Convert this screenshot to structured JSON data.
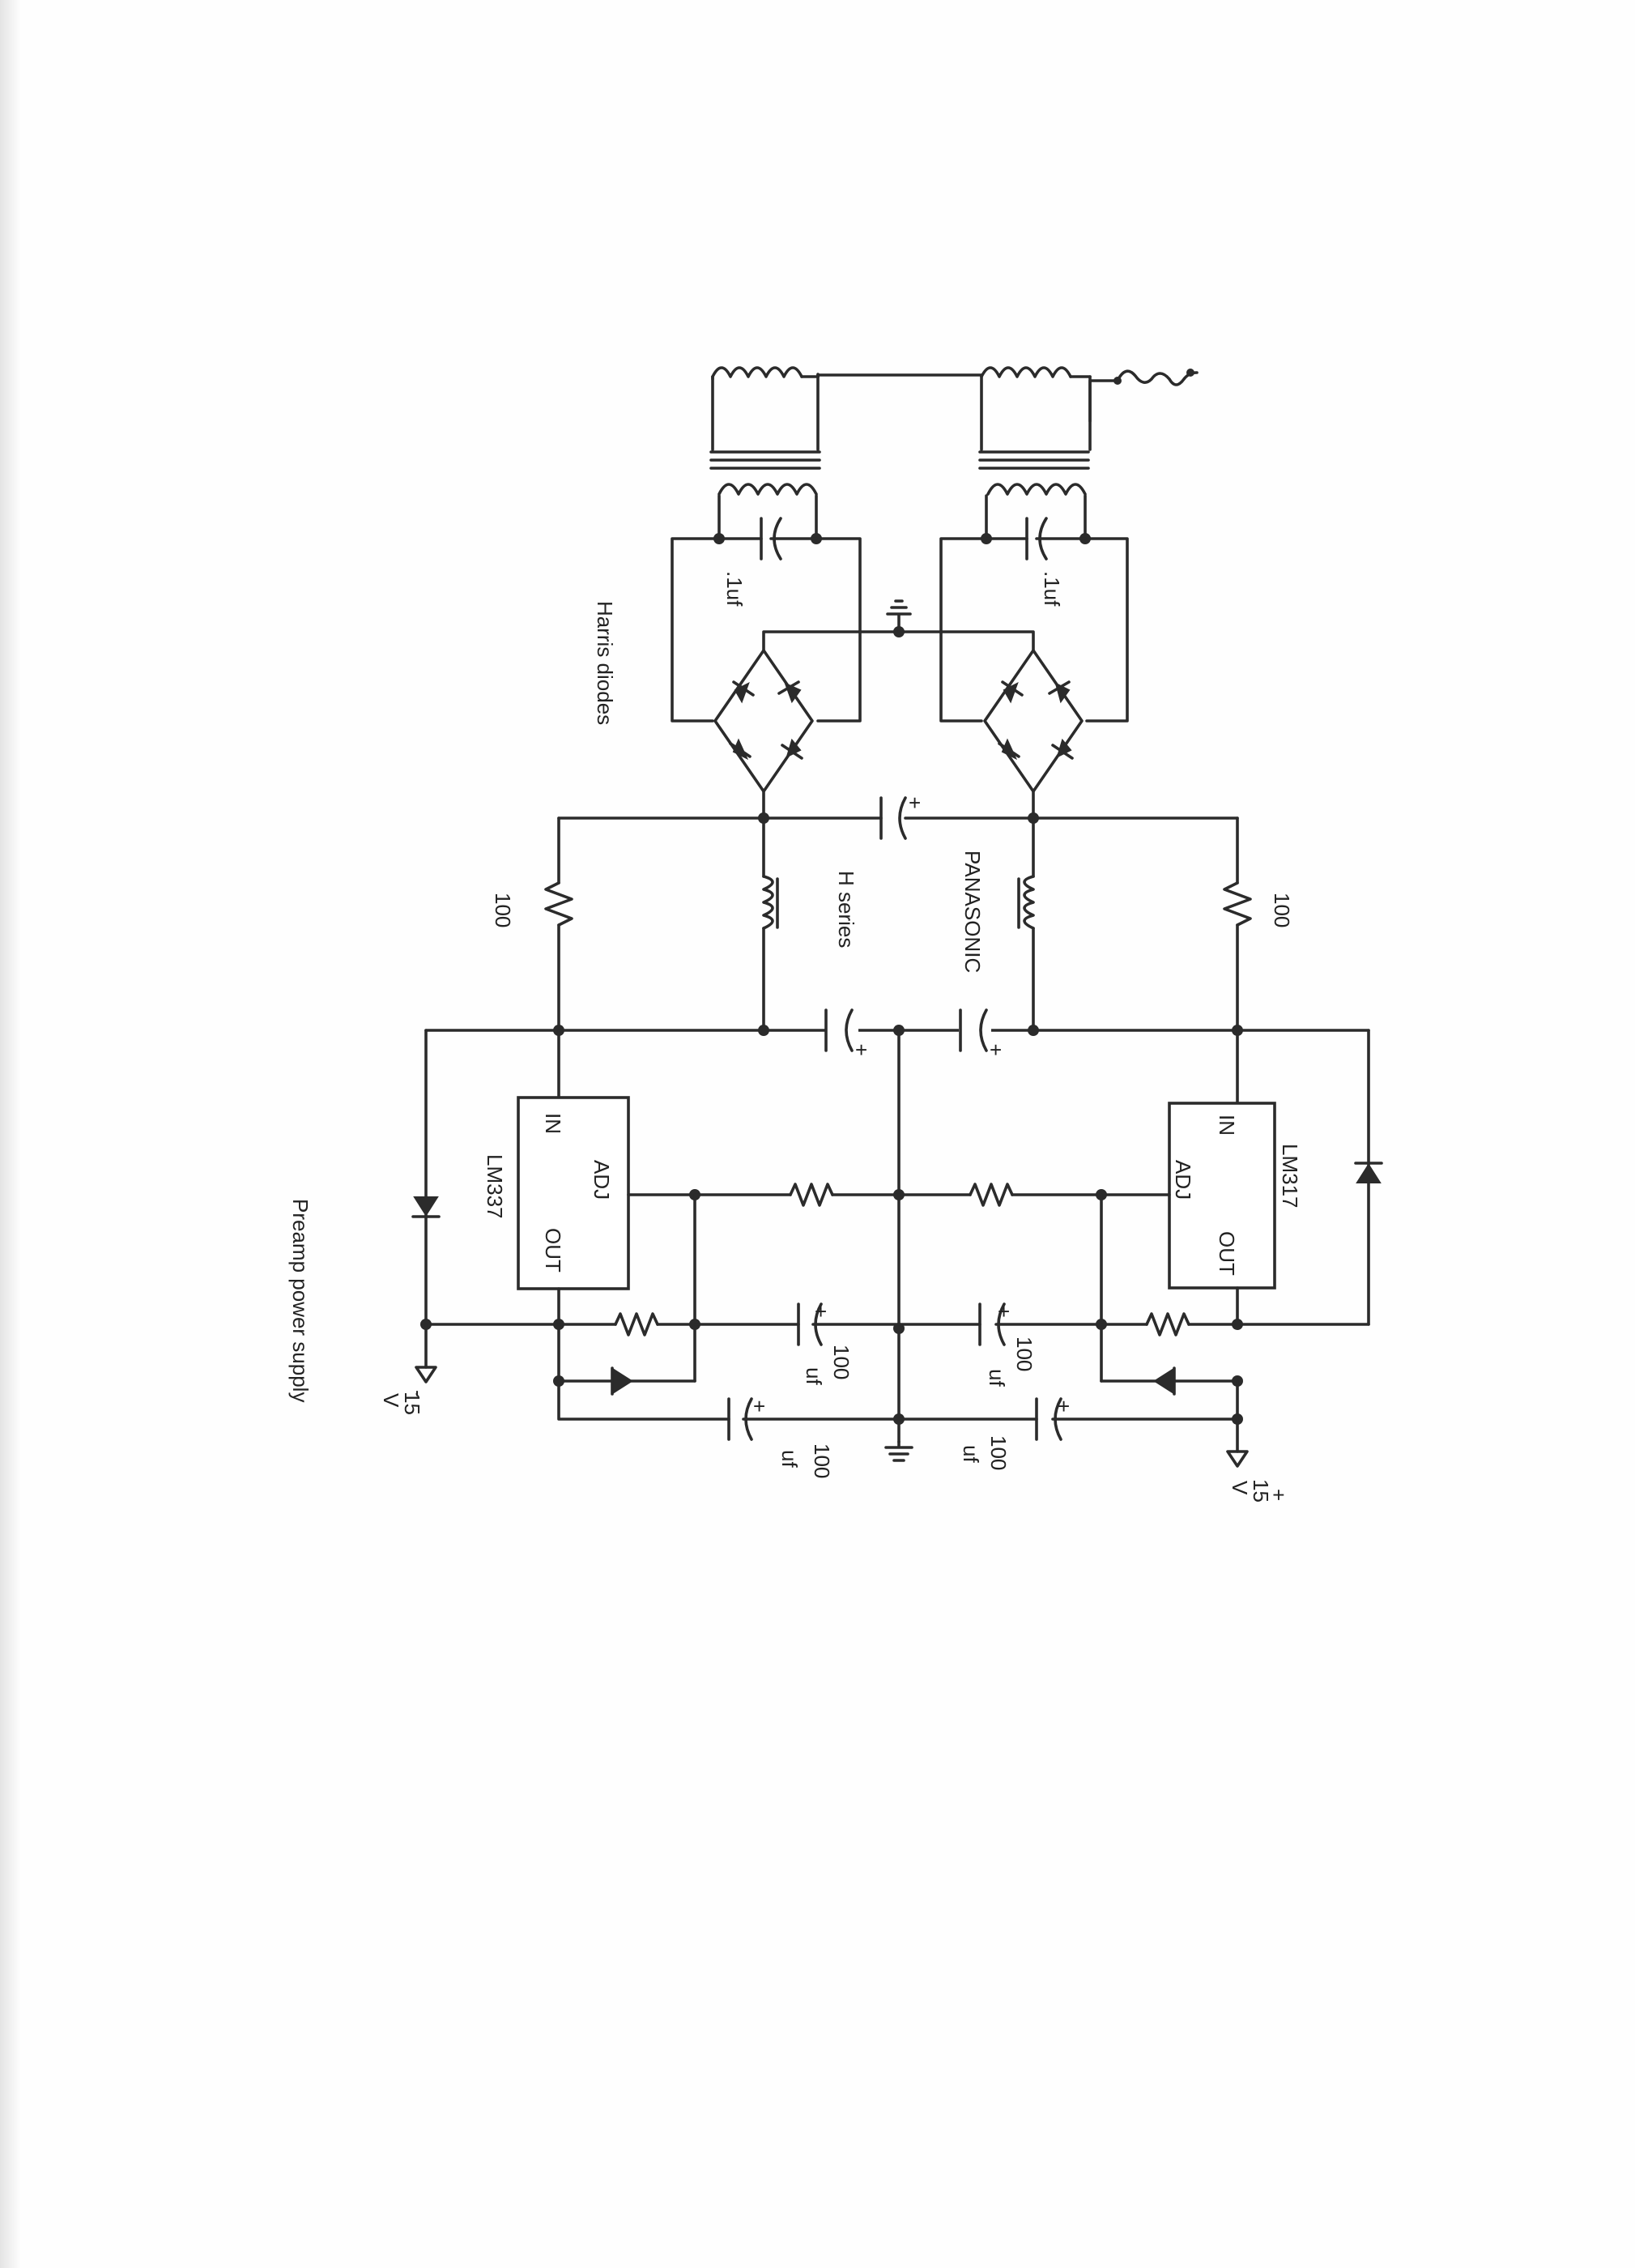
{
  "title": "Preamp power supply",
  "labels": {
    "harris_diodes": "Harris diodes",
    "cap_left_top": ".1uf",
    "cap_right_top": ".1uf",
    "res_left": "100",
    "res_right": "100",
    "choke_h_series": "H series",
    "panasonic": "PANASONIC",
    "reg_left_name": "LM337",
    "reg_right_name": "LM317",
    "pin_in": "IN",
    "pin_adj": "ADJ",
    "pin_out": "OUT",
    "cap_val": "100",
    "cap_unit": "uf",
    "rail_neg_sign": "-",
    "rail_pos_sign": "+",
    "rail_value": "15",
    "rail_unit": "V",
    "plus": "+"
  }
}
